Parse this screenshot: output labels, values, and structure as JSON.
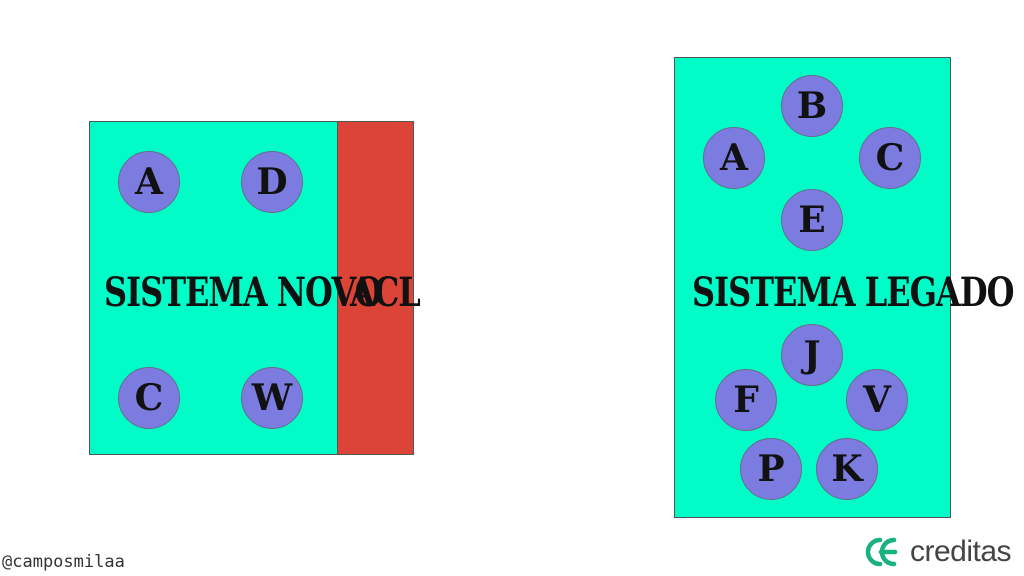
{
  "diagram": {
    "novo": {
      "label": "SISTEMA NOVO",
      "nodes": [
        "A",
        "D",
        "C",
        "W"
      ]
    },
    "acl": {
      "label": "ACL"
    },
    "legado": {
      "label": "SISTEMA LEGADO",
      "nodes": [
        "B",
        "A",
        "C",
        "E",
        "J",
        "F",
        "V",
        "P",
        "K"
      ]
    }
  },
  "footer": {
    "handle": "@camposmilaa",
    "brand": "creditas",
    "brand_icon": "creditas-logo-icon"
  },
  "colors": {
    "box_fill": "#00fdc8",
    "acl_fill": "#dc4437",
    "node_fill": "#7c7ce0",
    "brand_green": "#18b27c"
  }
}
